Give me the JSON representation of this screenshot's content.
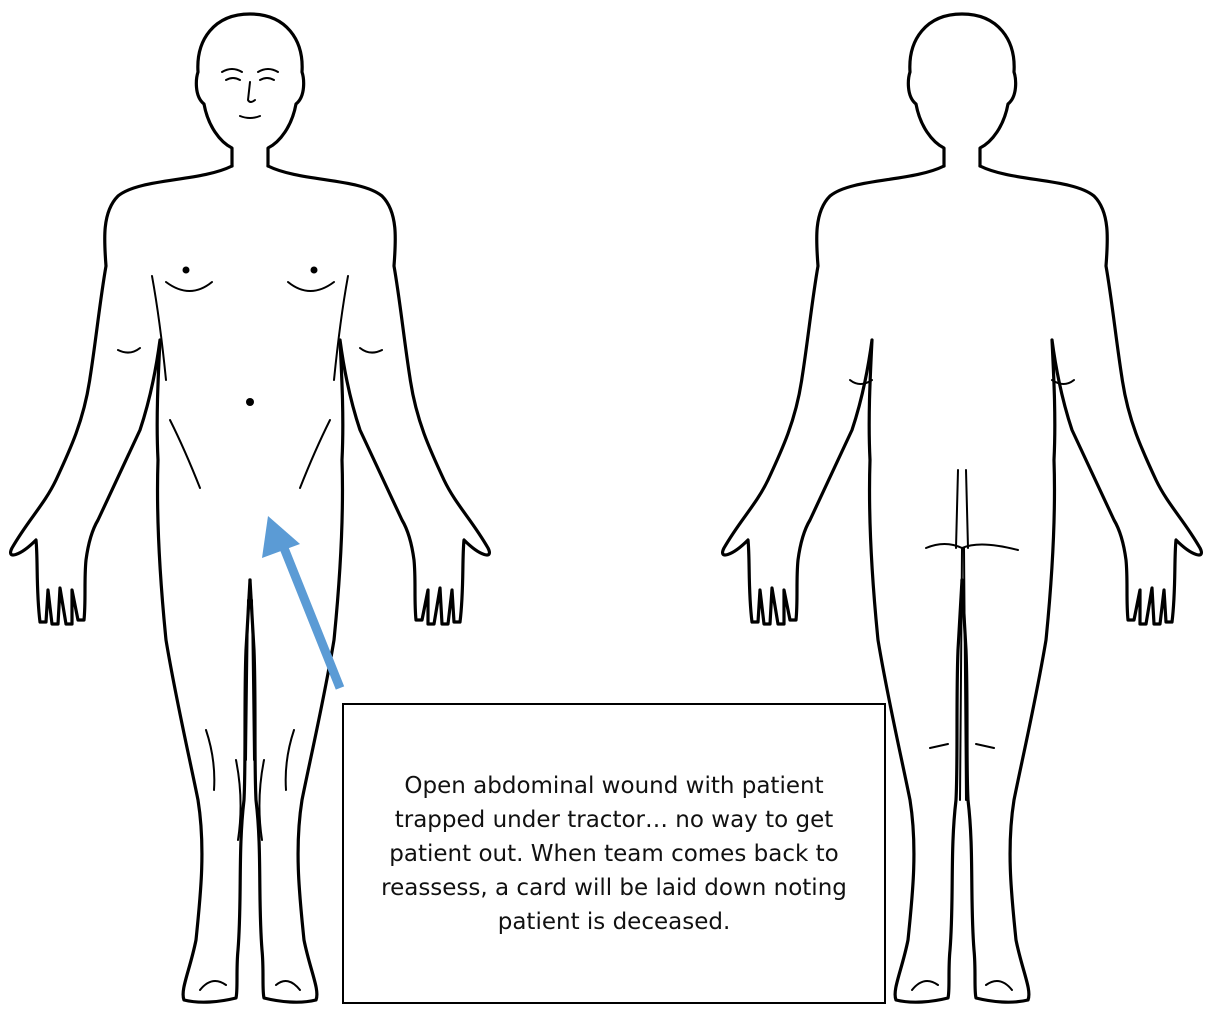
{
  "annotation": {
    "text": "Open abdominal wound with patient trapped under tractor… no way to get patient out. When team comes back to reassess, a card will be laid down noting patient is deceased."
  },
  "colors": {
    "arrow": "#5B9BD5",
    "outline": "#000000",
    "background": "#FFFFFF"
  },
  "figures": {
    "front": "anterior-body-outline",
    "back": "posterior-body-outline"
  }
}
